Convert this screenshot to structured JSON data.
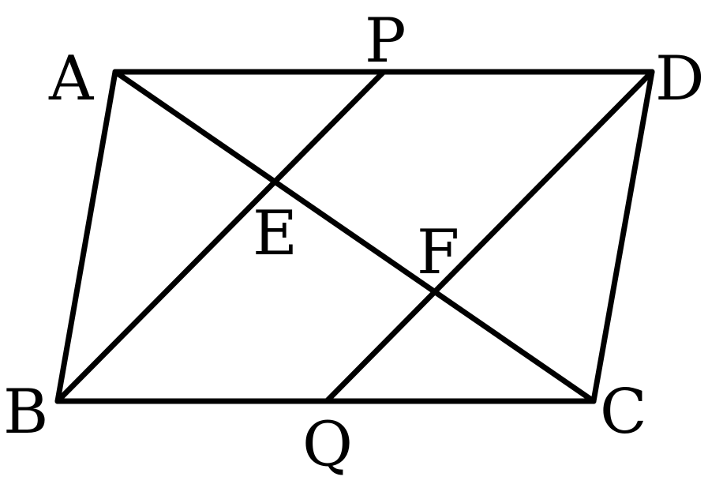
{
  "figure": {
    "type": "parallelogram-diagram",
    "stroke_color": "#000000",
    "background": "#ffffff",
    "points": {
      "A": "A",
      "B": "B",
      "C": "C",
      "D": "D",
      "P": "P",
      "Q": "Q",
      "E": "E",
      "F": "F"
    },
    "segments": [
      "AD",
      "BC",
      "AB",
      "DC",
      "AC",
      "BP",
      "DQ"
    ]
  }
}
